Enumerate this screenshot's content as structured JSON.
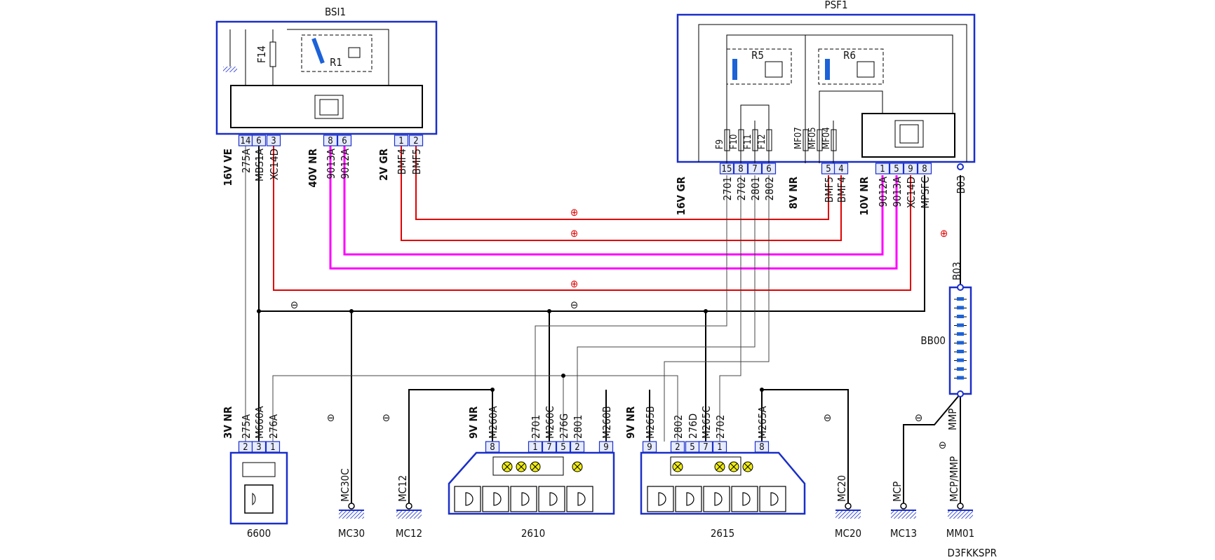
{
  "code": "D3FKKSPR",
  "colors": {
    "box": "#1a2fc8",
    "wire": "#000000",
    "thin": "#444444",
    "red": "#e00000",
    "magenta": "#ff00ff",
    "pin_fill": "#e6ebff",
    "lamp": "#f0ec10",
    "accent": "#1c62d8"
  },
  "components": {
    "bsi": {
      "name": "BSI1",
      "fuse": "F14",
      "relay": "R1"
    },
    "psf": {
      "name": "PSF1",
      "relays": [
        "R5",
        "R6"
      ],
      "fuses": [
        "F9",
        "F10",
        "F11",
        "F12",
        "MF07",
        "MF05",
        "MF04"
      ]
    },
    "battery": {
      "name": "BB00",
      "wire_top": "B03",
      "wire_bottom": "MMP"
    },
    "c6600": {
      "name": "6600"
    },
    "c2610": {
      "name": "2610"
    },
    "c2615": {
      "name": "2615"
    }
  },
  "connectors": {
    "bsi_a": {
      "spec": "16V VE",
      "pins": [
        "14",
        "6",
        "3"
      ],
      "wires": [
        "275A",
        "MBS1A",
        "XC14D"
      ]
    },
    "bsi_b": {
      "spec": "40V NR",
      "pins": [
        "8",
        "6"
      ],
      "wires": [
        "9013A",
        "9012A"
      ]
    },
    "bsi_c": {
      "spec": "2V GR",
      "pins": [
        "1",
        "2"
      ],
      "wires": [
        "BMF4",
        "BMF5"
      ]
    },
    "psf_a": {
      "spec": "16V GR",
      "pins": [
        "15",
        "8",
        "7",
        "6"
      ],
      "wires": [
        "2701",
        "2702",
        "2801",
        "2802"
      ]
    },
    "psf_b": {
      "spec": "8V NR",
      "pins": [
        "5",
        "4"
      ],
      "wires": [
        "BMF5",
        "BMF4"
      ]
    },
    "psf_c": {
      "spec": "10V NR",
      "pins": [
        "1",
        "5",
        "9",
        "8"
      ],
      "wires": [
        "9012A",
        "9013A",
        "XC14D",
        "MPSFC"
      ]
    },
    "psf_b03": {
      "wire": "B03"
    },
    "c6600": {
      "spec": "3V NR",
      "pins": [
        "2",
        "3",
        "1"
      ],
      "wires": [
        "275A",
        "M660A",
        "276A"
      ]
    },
    "c2610": {
      "spec": "9V NR",
      "pins": [
        "8",
        "1",
        "7",
        "5",
        "2",
        "9"
      ],
      "wires": [
        "M260A",
        "2701",
        "M260C",
        "276G",
        "2801",
        "M260B"
      ]
    },
    "c2615": {
      "spec": "9V NR",
      "pins": [
        "9",
        "2",
        "5",
        "7",
        "1",
        "8"
      ],
      "wires": [
        "M265B",
        "2802",
        "276D",
        "M265C",
        "2702",
        "M265A"
      ]
    }
  },
  "grounds": [
    {
      "wire": "MC30C",
      "name": "MC30"
    },
    {
      "wire": "MC12",
      "name": "MC12"
    },
    {
      "wire": "MC20",
      "name": "MC20"
    },
    {
      "wire": "MCP",
      "name": "MC13"
    },
    {
      "wire": "MCP/MMP",
      "name": "MM01"
    }
  ],
  "marks": {
    "plus": "⊕",
    "minus": "⊖"
  }
}
